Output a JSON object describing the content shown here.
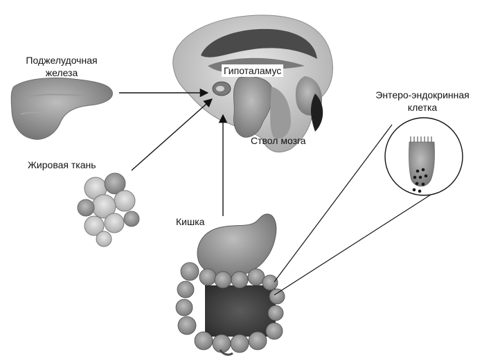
{
  "labels": {
    "pancreas": [
      "Поджелудочная",
      "железа"
    ],
    "adipose": "Жировая ткань",
    "hypothalamus": "Гипоталамус",
    "brainstem": "Ствол мозга",
    "gut": "Кишка",
    "enteroendocrine": [
      "Энтеро-эндокринная",
      "клетка"
    ]
  },
  "colors": {
    "ink": "#111111",
    "organ_dark": "#3a3a3a",
    "organ_mid": "#8a8a8a",
    "organ_light": "#c8c8c8",
    "organ_pale": "#e2e2e2"
  }
}
